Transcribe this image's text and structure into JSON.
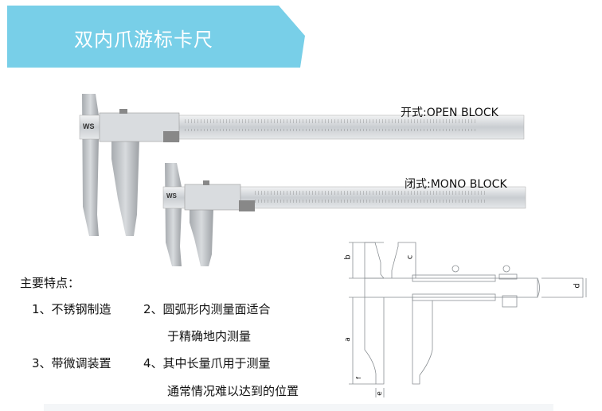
{
  "header": {
    "title": "双内爪游标卡尺",
    "color": "#78cfe8"
  },
  "products": [
    {
      "label": "开式:OPEN BLOCK"
    },
    {
      "label": "闭式:MONO BLOCK"
    }
  ],
  "features": {
    "heading": "主要特点：",
    "items": [
      {
        "num": "1、",
        "line1": "不锈钢制造"
      },
      {
        "num": "2、",
        "line1": "圆弧形内测量面适合",
        "line2": "于精确地内测量"
      },
      {
        "num": "3、",
        "line1": "带微调装置"
      },
      {
        "num": "4、",
        "line1": "其中长量爪用于测量",
        "line2": "通常情况难以达到的位置"
      }
    ]
  },
  "diagram": {
    "labels": {
      "a": "a",
      "b": "b",
      "c": "c",
      "d": "d",
      "e": "e",
      "f": "f"
    }
  }
}
